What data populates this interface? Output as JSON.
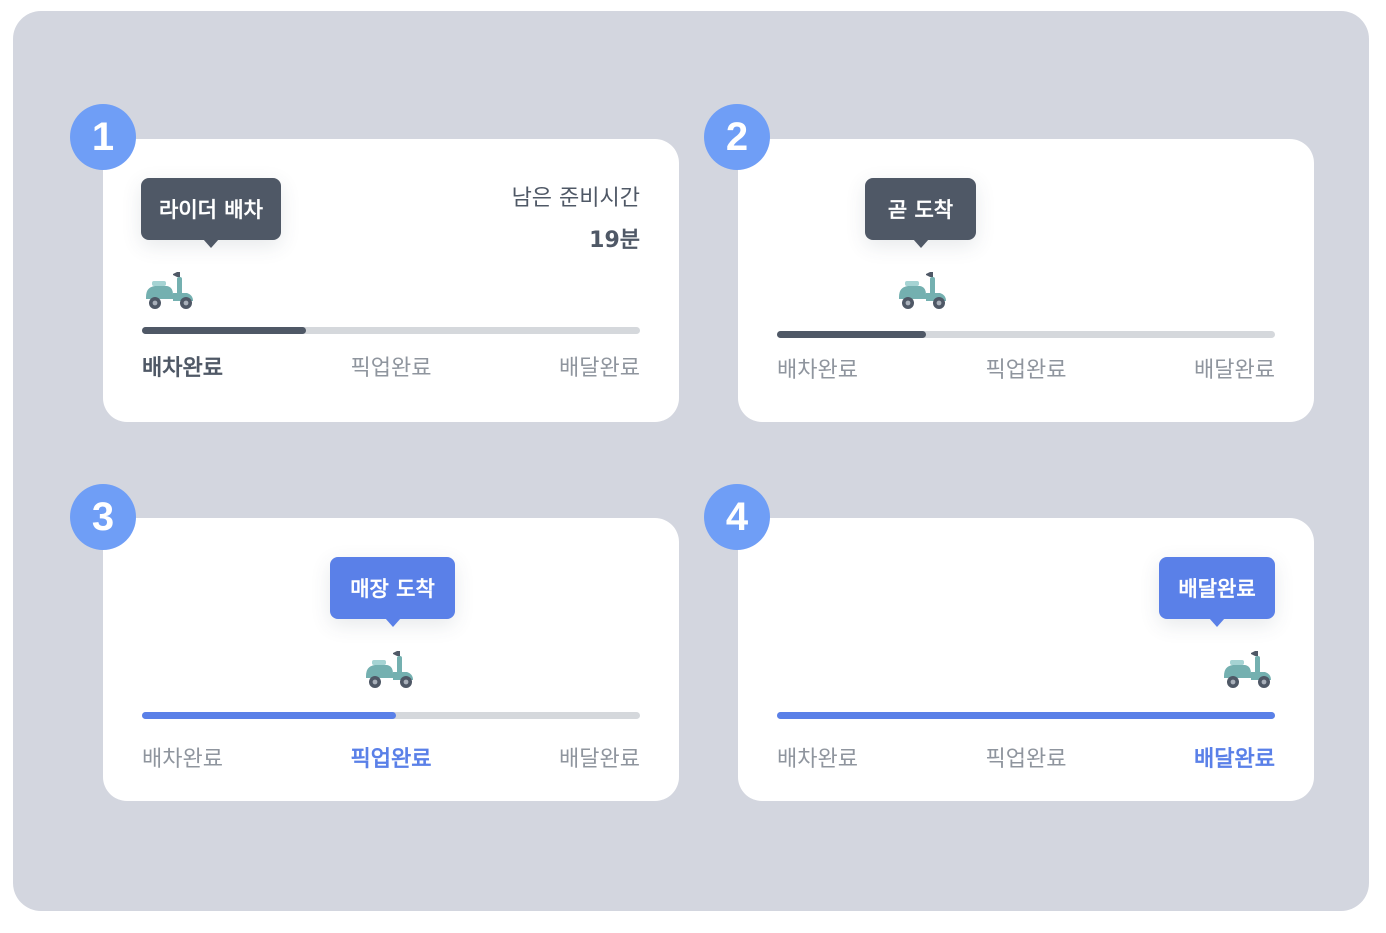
{
  "steps": [
    {
      "number": "1",
      "tooltip": "라이더 배차",
      "remaining_label": "남은 준비시간",
      "remaining_value": "19분",
      "progress": 0.33,
      "labels": [
        "배차완료",
        "픽업완료",
        "배달완료"
      ]
    },
    {
      "number": "2",
      "tooltip": "곧 도착",
      "progress": 0.3,
      "labels": [
        "배차완료",
        "픽업완료",
        "배달완료"
      ]
    },
    {
      "number": "3",
      "tooltip": "매장 도착",
      "progress": 0.51,
      "labels": [
        "배차완료",
        "픽업완료",
        "배달완료"
      ]
    },
    {
      "number": "4",
      "tooltip": "배달완료",
      "progress": 1.0,
      "labels": [
        "배차완료",
        "픽업완료",
        "배달완료"
      ]
    }
  ],
  "colors": {
    "background_panel": "#d3d6df",
    "badge": "#6f9ef6",
    "dark": "#4f5866",
    "accent_blue": "#5a80e8",
    "track": "#d5d8dc",
    "inactive_text": "#8f959e",
    "scooter_body": "#74b0b0"
  },
  "icons": [
    "scooter-icon"
  ]
}
